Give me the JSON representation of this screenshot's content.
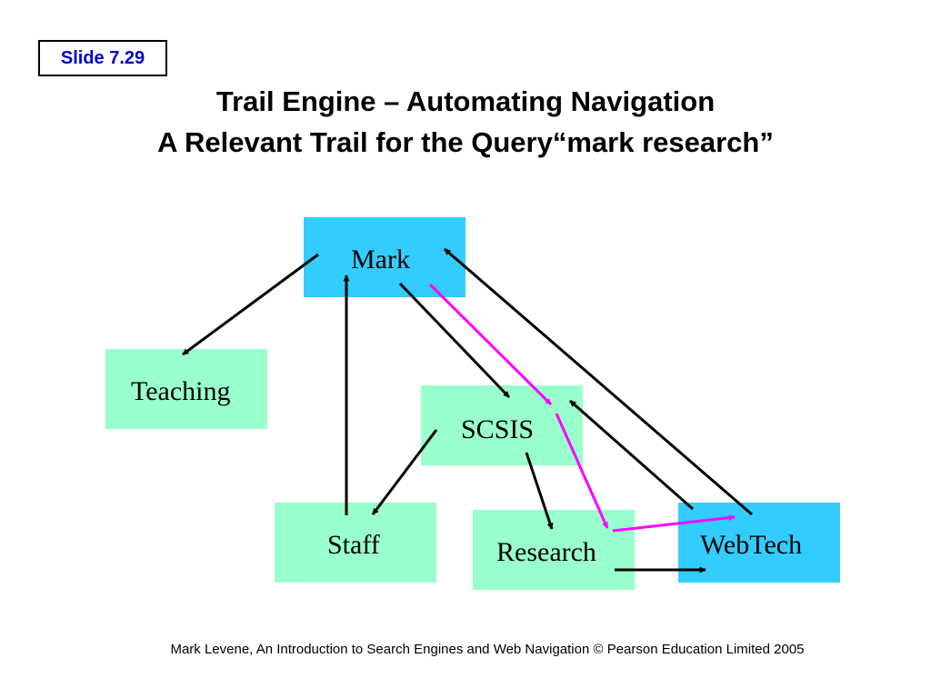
{
  "slide": {
    "label": "Slide 7.29"
  },
  "title": {
    "line1": "Trail Engine – Automating Navigation",
    "line2": "A Relevant Trail for the Query“mark research”"
  },
  "nodes": {
    "mark": "Mark",
    "teaching": "Teaching",
    "scsis": "SCSIS",
    "staff": "Staff",
    "research": "Research",
    "webtech": "WebTech"
  },
  "colors": {
    "start_node": "#33ccff",
    "page_node": "#99ffcc",
    "link_arrow": "#000000",
    "trail_arrow": "#ff00ff"
  },
  "footer": "Mark Levene, An Introduction to Search Engines and Web Navigation © Pearson Education Limited 2005"
}
